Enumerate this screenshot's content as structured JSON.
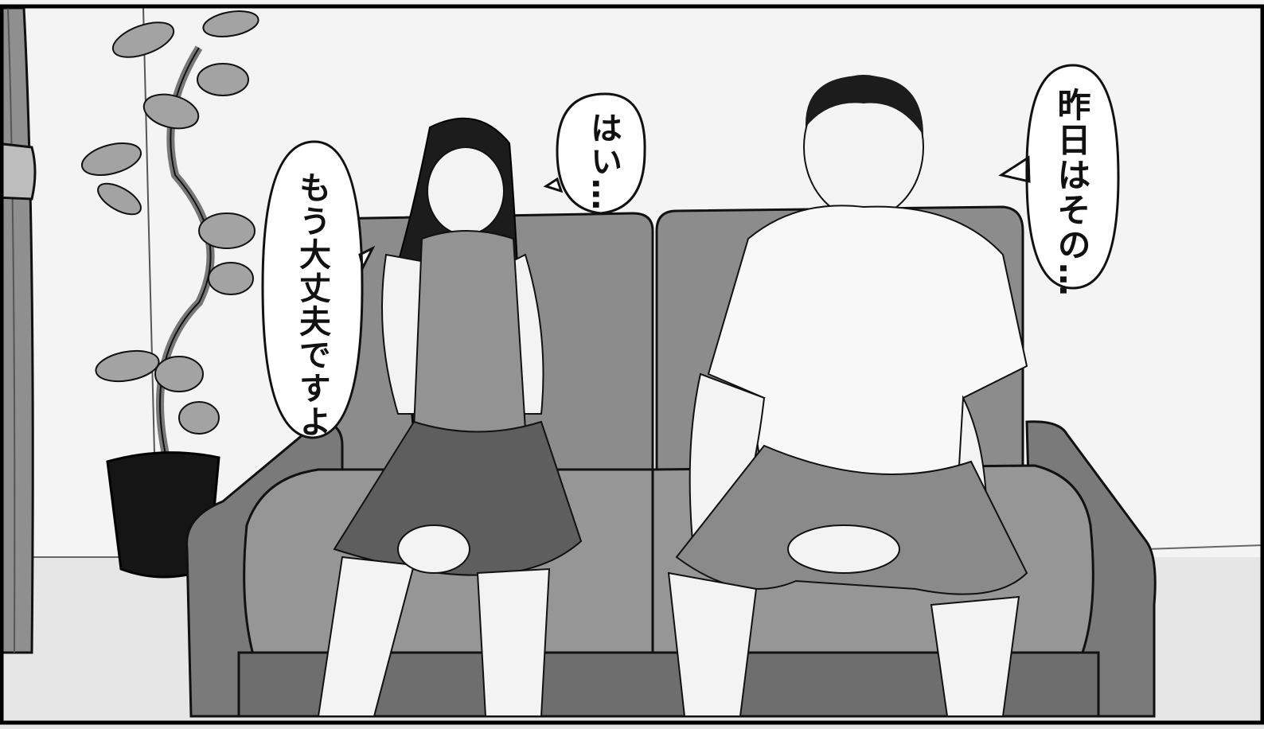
{
  "dialogue": {
    "woman_reply": "はい…",
    "woman_reassure": "もう大丈夫ですよ",
    "man_line": "昨日はその…"
  },
  "colors": {
    "wall": "#f4f4f4",
    "floor": "#e4e4e4",
    "sofa": "#8c8c8c",
    "sofa_dark": "#6e6e6e",
    "outline": "#111111",
    "skin": "#f3f3f3",
    "shirt": "#f8f8f8",
    "shorts": "#8a8a8a",
    "sweater": "#939393",
    "skirt": "#5e5e5e",
    "hair": "#1c1c1c",
    "plant": "#9c9c9c",
    "pot": "#151515"
  }
}
